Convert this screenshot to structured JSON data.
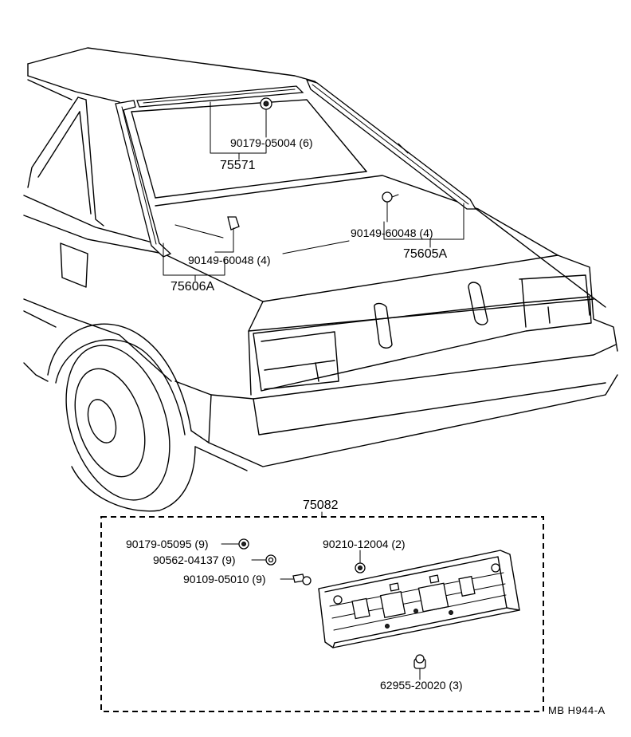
{
  "figure_ref": "MB  H944-A",
  "callouts": {
    "clip_90179_05004": "90179-05004 (6)",
    "molding_75571": "75571",
    "screw_90149_60048_right": "90149-60048 (4)",
    "molding_75605A": "75605A",
    "screw_90149_60048_left": "90149-60048 (4)",
    "molding_75606A": "75606A",
    "bracket_75082": "75082",
    "nut_90179_05095": "90179-05095 (9)",
    "washer_90562_04137": "90562-04137 (9)",
    "bolt_90109_05010": "90109-05010 (9)",
    "nut_90210_12004": "90210-12004 (2)",
    "grommet_62955_20020": "62955-20020 (3)"
  },
  "icons": {
    "car": "car-rear-outline-icon",
    "clip": "clip-icon",
    "screw": "screw-icon",
    "nut": "nut-icon",
    "washer": "washer-icon",
    "bolt": "bolt-icon",
    "bracket": "license-plate-bracket-icon",
    "grommet": "grommet-icon"
  }
}
